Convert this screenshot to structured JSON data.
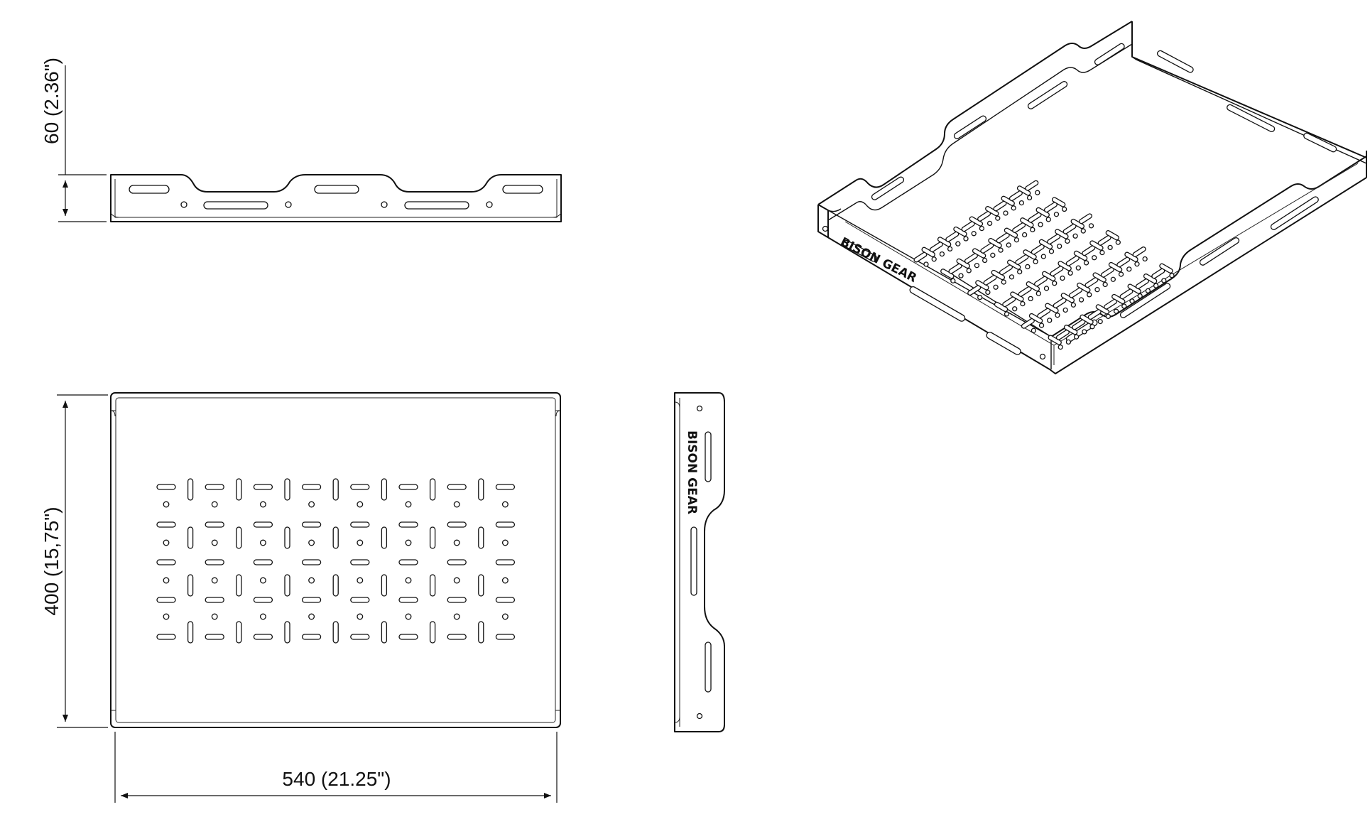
{
  "views": {
    "side": {
      "height_label": "60 (2.36\")"
    },
    "top": {
      "height_label": "400 (15,75\")",
      "width_label": "540  (21.25\")"
    },
    "end": {
      "brand": "BISON GEAR"
    },
    "iso": {
      "brand": "BISON GEAR"
    }
  }
}
